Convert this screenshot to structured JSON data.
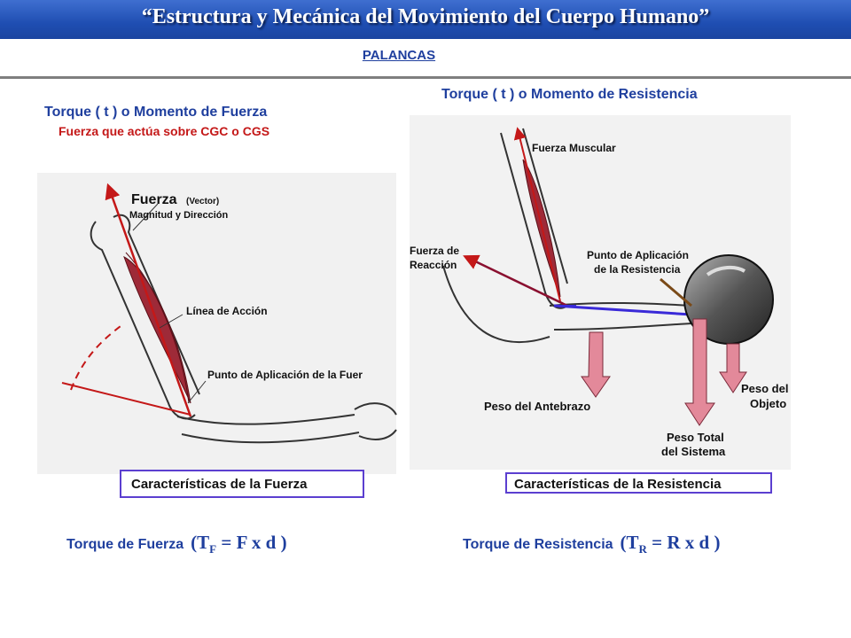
{
  "header": {
    "title": "“Estructura y Mecánica del Movimiento del Cuerpo Humano”",
    "subtitle": "PALANCAS"
  },
  "left": {
    "heading": "Torque ( t ) o Momento de Fuerza",
    "subheading": "Fuerza que actúa sobre CGC o CGS",
    "labels": {
      "fuerza": "Fuerza",
      "vector": "(Vector)",
      "magnitud": "Magnitud y Dirección",
      "linea": "Línea de Acción",
      "punto": "Punto de Aplicación de la Fuer"
    },
    "box": "Características de la Fuerza",
    "formula_label": "Torque de Fuerza",
    "formula": {
      "open": "(T",
      "sub": "F",
      "rest": " =  F  x d )"
    }
  },
  "right": {
    "heading": "Torque ( t ) o Momento de Resistencia",
    "labels": {
      "muscular": "Fuerza Muscular",
      "reaccion1": "Fuerza de",
      "reaccion2": "Reacción",
      "punto1": "Punto de Aplicación",
      "punto2": "de la Resistencia",
      "antebrazo": "Peso del Antebrazo",
      "objeto1": "Peso del",
      "objeto2": "Objeto",
      "total1": "Peso Total",
      "total2": "del Sistema"
    },
    "box": "Características de la Resistencia",
    "formula_label": "Torque de Resistencia",
    "formula": {
      "open": "(T",
      "sub": "R",
      "rest": " =  R  x d )"
    }
  }
}
